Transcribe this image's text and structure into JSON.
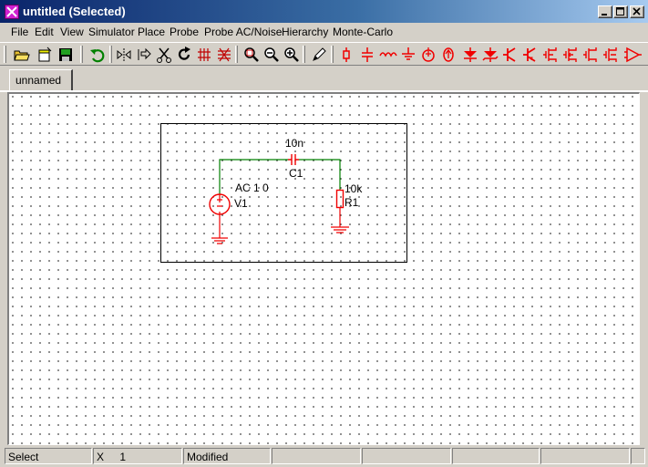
{
  "window": {
    "title": "untitled (Selected)",
    "controls": [
      "minimize",
      "maximize",
      "close"
    ]
  },
  "menu": {
    "items": [
      "File",
      "Edit",
      "View",
      "Simulator",
      "Place",
      "Probe",
      "Probe AC/Noise",
      "Hierarchy",
      "Monte-Carlo"
    ]
  },
  "toolbar": {
    "icons": [
      "open-folder-icon",
      "new-icon",
      "save-icon",
      "undo-icon",
      "mirror-icon",
      "flip-icon",
      "cut-icon",
      "rotate-icon",
      "duplicate-icon",
      "delete-wire-icon",
      "zoom-fit-icon",
      "zoom-out-icon",
      "zoom-in-icon",
      "pencil-icon",
      "resistor-icon",
      "capacitor-icon",
      "inductor-icon",
      "ground-icon",
      "voltage-source-icon",
      "current-source-icon",
      "diode-icon",
      "zener-diode-icon",
      "npn-icon",
      "pnp-icon",
      "nmos-icon",
      "pmos-icon",
      "opamp-icon"
    ],
    "accent_color": "#ff0000"
  },
  "tabs": [
    {
      "label": "unnamed",
      "active": true
    }
  ],
  "schematic": {
    "capacitor": {
      "ref": "C1",
      "value": "10n"
    },
    "resistor": {
      "ref": "R1",
      "value": "10k"
    },
    "source": {
      "ref": "V1",
      "value": "AC 1 0"
    },
    "wire_color": "#008000",
    "component_color": "#ff0000"
  },
  "status": {
    "mode": "Select",
    "coord_label": "X",
    "coord_value": "1",
    "state": "Modified",
    "extra": [
      "",
      "",
      "",
      "",
      ""
    ]
  }
}
